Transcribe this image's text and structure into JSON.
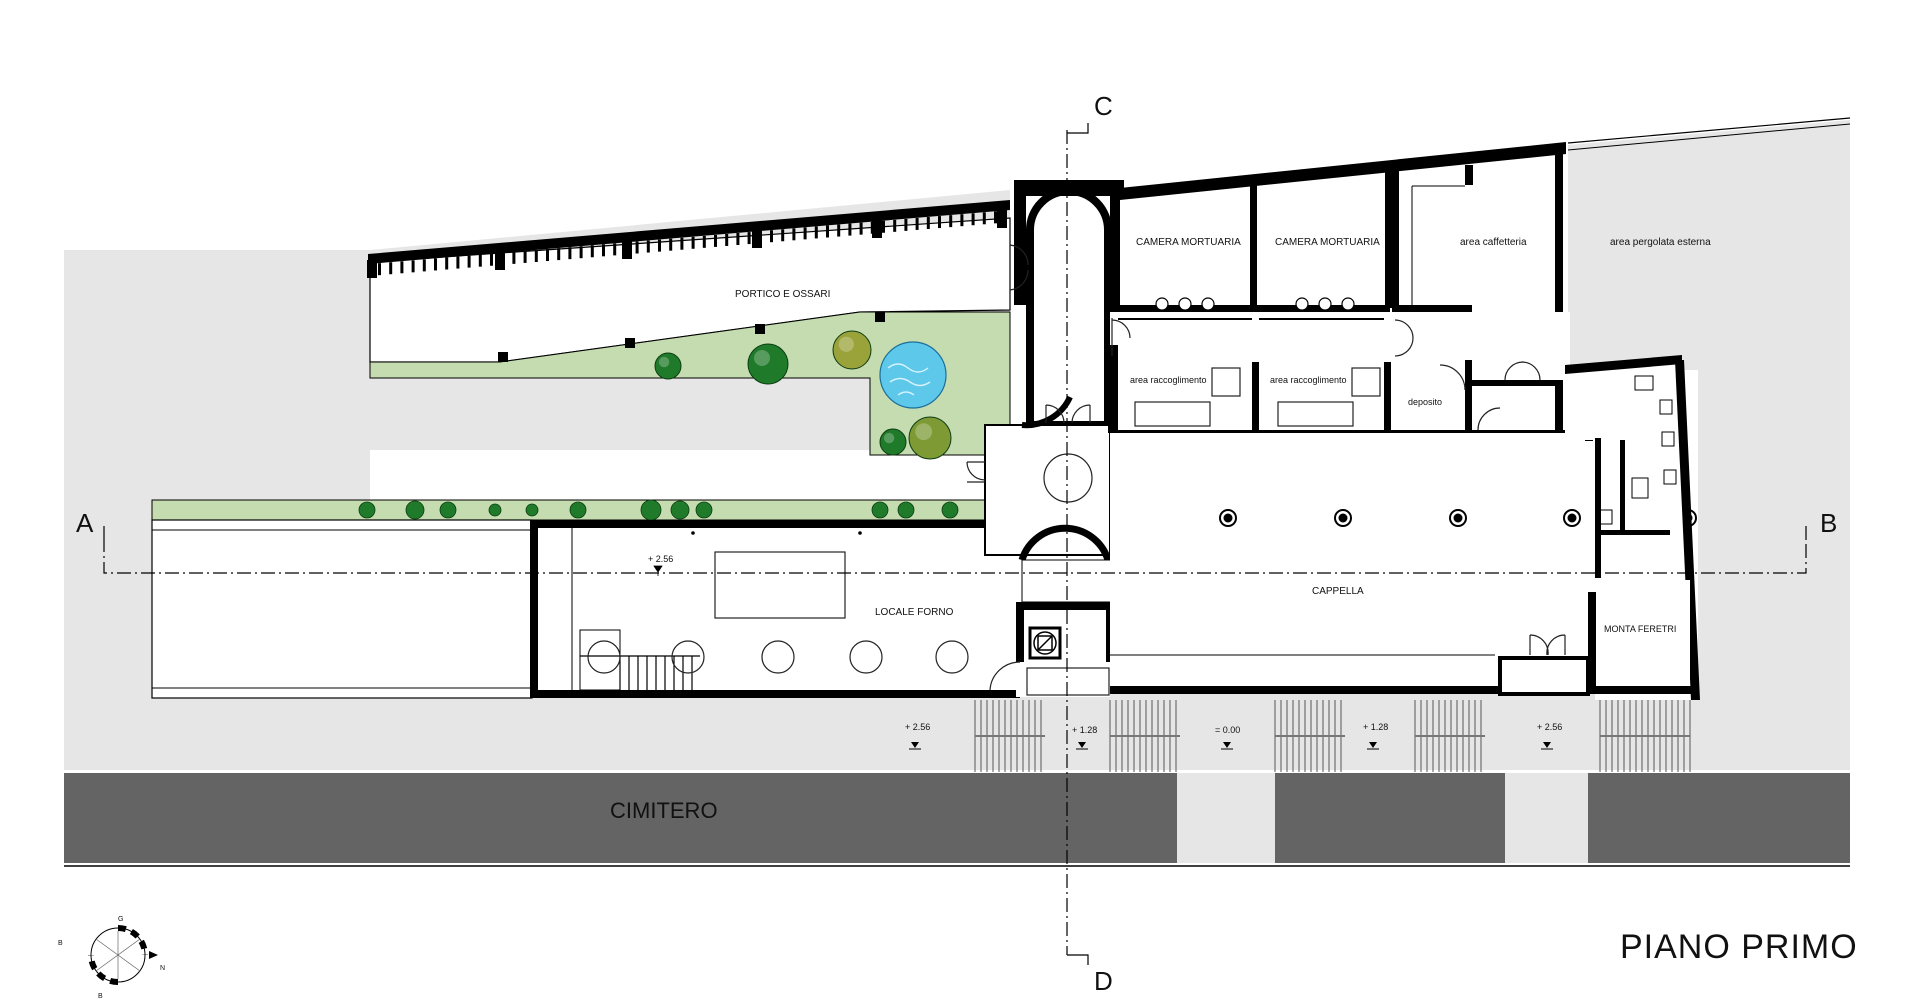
{
  "title": "PIANO PRIMO",
  "section_marks": {
    "a": "A",
    "b": "B",
    "c": "C",
    "d": "D"
  },
  "rooms": {
    "portico": "PORTICO  E  OSSARI",
    "camera1": "CAMERA  MORTUARIA",
    "camera2": "CAMERA  MORTUARIA",
    "caffetteria": "area  caffetteria",
    "pergolata": "area  pergolata  esterna",
    "racc1": "area  raccoglimento",
    "racc2": "area  raccoglimento",
    "deposito": "deposito",
    "forno": "LOCALE  FORNO",
    "cappella": "CAPPELLA",
    "montaferetri": "MONTA FERETRI",
    "cimitero": "CIMITERO"
  },
  "levels": {
    "l1": "+ 2.56",
    "l2": "+ 2.56",
    "l3": "+ 1.28",
    "l4": "= 0.00",
    "l5": "+ 1.28",
    "l6": "+ 2.56"
  },
  "compass": {
    "n": "G",
    "e": "N",
    "w": "B",
    "s": "B"
  },
  "colors": {
    "ground": "#e6e6e6",
    "garden": "#c5dcb0",
    "cemetery": "#646464",
    "pool": "#5ec8ea",
    "tree_dark": "#1f7a2a",
    "tree_olive": "#9aa23a",
    "wall": "#000000"
  }
}
